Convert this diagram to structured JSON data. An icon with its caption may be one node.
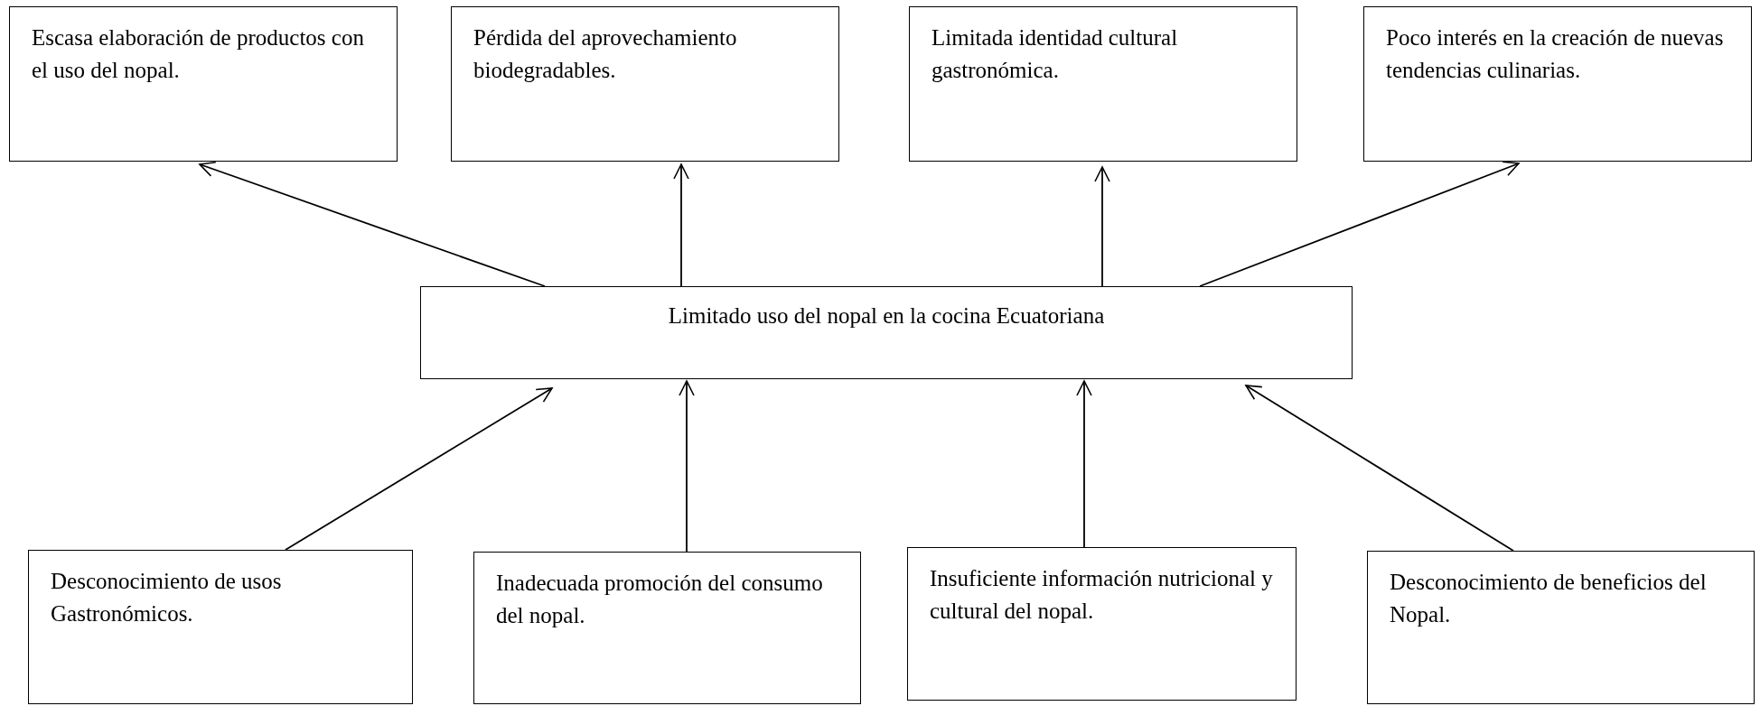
{
  "diagram": {
    "nodes": [
      {
        "text": [
          "Escasa elaboración de productos con el uso del nopal."
        ]
      },
      {
        "text": [
          "Pérdida del aprovechamiento biodegradables."
        ]
      },
      {
        "text": [
          "Limitada identidad cultural gastronómica."
        ]
      },
      {
        "text": [
          "Poco interés en la creación de nuevas tendencias culinarias."
        ]
      },
      {
        "text": [
          "Limitado uso del nopal en la cocina Ecuatoriana"
        ]
      },
      {
        "text": [
          "Desconocimiento de usos Gastronómicos."
        ]
      },
      {
        "text": [
          "Inadecuada promoción del consumo del nopal."
        ]
      },
      {
        "text": [
          "Insuficiente información nutricional y cultural del nopal."
        ]
      },
      {
        "text": [
          "Desconocimiento de beneficios del Nopal."
        ]
      }
    ],
    "edges": [
      {
        "from": 4,
        "to": 0,
        "arrow": "to"
      },
      {
        "from": 4,
        "to": 1,
        "arrow": "to"
      },
      {
        "from": 4,
        "to": 2,
        "arrow": "to"
      },
      {
        "from": 4,
        "to": 3,
        "arrow": "to"
      },
      {
        "from": 5,
        "to": 4,
        "arrow": "to"
      },
      {
        "from": 6,
        "to": 4,
        "arrow": "to"
      },
      {
        "from": 7,
        "to": 4,
        "arrow": "to"
      },
      {
        "from": 8,
        "to": 4,
        "arrow": "to"
      }
    ]
  }
}
